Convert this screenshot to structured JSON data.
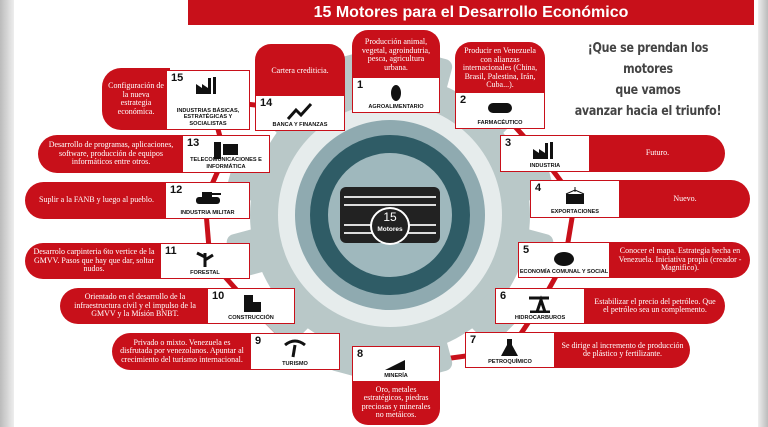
{
  "title": "15 Motores para el Desarrollo Económico",
  "slogan": [
    "¡Que se prendan los motores",
    "que vamos",
    "avanzar hacia el triunfo!"
  ],
  "center": {
    "number": "15",
    "label": "Motores"
  },
  "colors": {
    "accent": "#c8101a",
    "gear": "#b9c8c8",
    "core": "#2f5c66"
  },
  "motors": [
    {
      "number": "1",
      "name": "AGROALIMENTARIO",
      "desc": "Producción animal, vegetal, agroindutria, pesca, agricultura urbana.",
      "icon": "farmer-icon"
    },
    {
      "number": "2",
      "name": "FARMACÉUTICO",
      "desc": "Producir en Venezuela con alianzas internacionales (China, Brasil, Palestina, Irán, Cuba...).",
      "icon": "pill-icon"
    },
    {
      "number": "3",
      "name": "INDUSTRIA",
      "desc": "Futuro.",
      "icon": "factory-icon"
    },
    {
      "number": "4",
      "name": "EXPORTACIONES",
      "desc": "Nuevo.",
      "icon": "container-icon"
    },
    {
      "number": "5",
      "name": "ECONOMÍA COMUNAL Y SOCIAL",
      "desc": "Conocer el mapa. Estrategia hecha en Venezuela. Iniciativa propia (creador - Magnifico).",
      "icon": "piggy-bank-icon"
    },
    {
      "number": "6",
      "name": "HIDROCARBUROS",
      "desc": "Estabilizar el precio del petróleo. Que el petróleo sea un complemento.",
      "icon": "oil-pump-icon"
    },
    {
      "number": "7",
      "name": "PETROQUÍMICO",
      "desc": "Se dirige al incremento de producción de plástico y fertilizante.",
      "icon": "flask-icon"
    },
    {
      "number": "8",
      "name": "MINERÍA",
      "desc": "Oro, metales estratégicos, piedras preciosas y minerales no metáicos.",
      "icon": "mining-icon"
    },
    {
      "number": "9",
      "name": "TURISMO",
      "desc": "Privado o mixto. Venezuela es disfrutada por venezolanos. Apuntar al crecimiento del turismo internacional.",
      "icon": "palm-tree-icon"
    },
    {
      "number": "10",
      "name": "CONSTRUCCIÓN",
      "desc": "Orientado en el desarrollo de la infraestructura civil y el impulso de la GMVV y la Misión BNBT.",
      "icon": "buildings-icon"
    },
    {
      "number": "11",
      "name": "FORESTAL",
      "desc": "Desarrolo carpinteria 6to vertice de la GMVV. Pasos que hay que dar, soltar nudos.",
      "icon": "tree-icon"
    },
    {
      "number": "12",
      "name": "INDUSTRIA MILITAR",
      "desc": "Suplir a la FANB y luego al pueblo.",
      "icon": "tank-icon"
    },
    {
      "number": "13",
      "name": "TELECOMUNICACIONES E INFORMÁTICA",
      "desc": "Desarrollo de programas, aplicaciones, software, producción de equipos informáticos entre otros.",
      "icon": "computer-icon"
    },
    {
      "number": "14",
      "name": "BANCA Y FINANZAS",
      "desc": "Cartera crediticia.",
      "icon": "chart-up-icon"
    },
    {
      "number": "15",
      "name": "INDUSTRIAS BÁSICAS, ESTRATÉGICAS Y SOCIALISTAS",
      "desc": "Configuración de la nueva estrategia económica.",
      "icon": "factory-icon"
    }
  ]
}
